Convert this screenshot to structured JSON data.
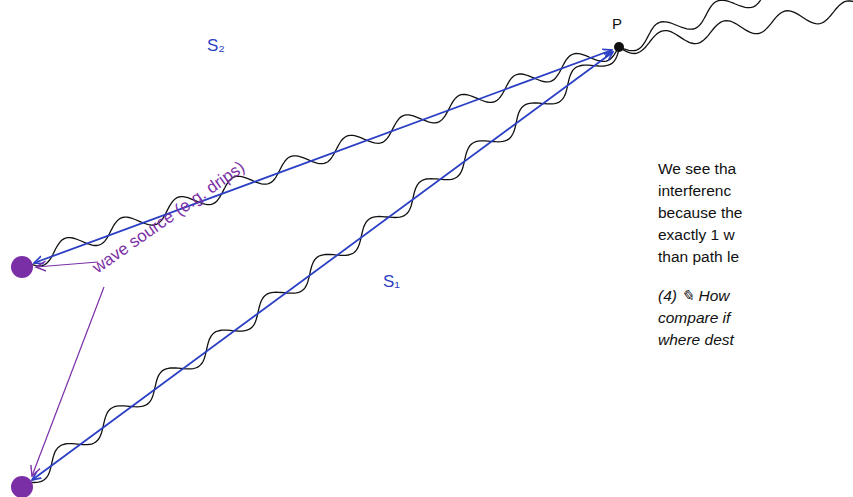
{
  "diagram": {
    "labels": [
      "P",
      "S₂",
      "S₁",
      "wave source (e.g. drips)",
      "We see tha",
      "interferenc",
      "because the",
      "exactly 1 w",
      "than path le",
      "(4) ✎ How",
      "compare if",
      "where dest"
    ]
  }
}
